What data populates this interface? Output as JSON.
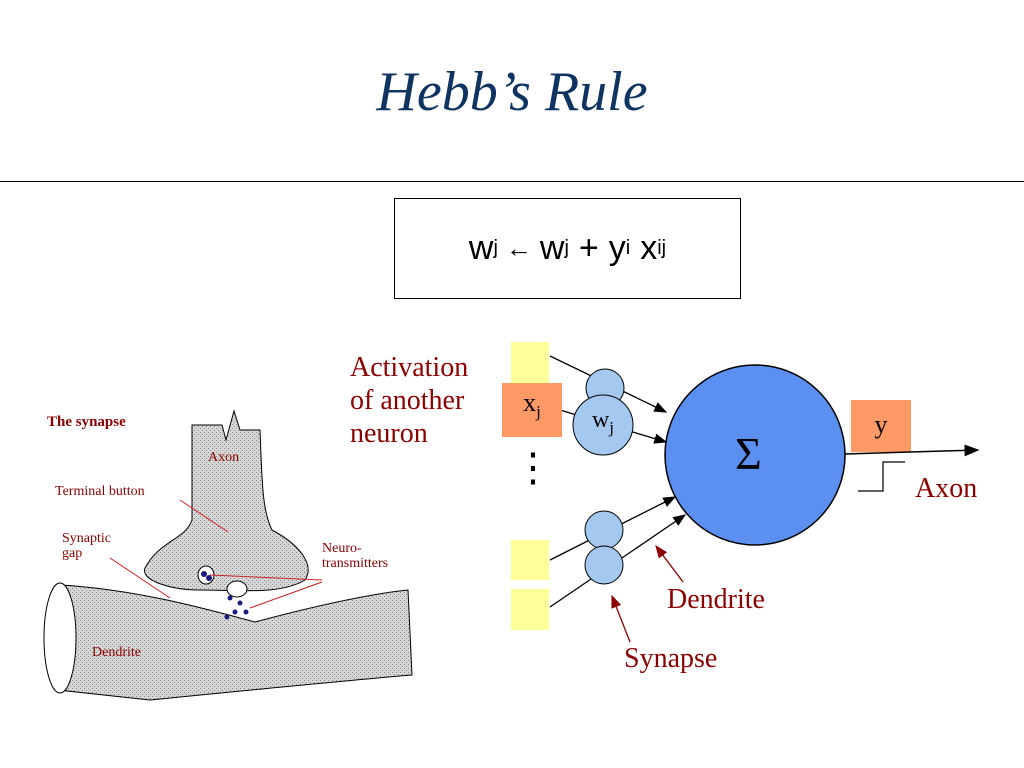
{
  "slide": {
    "title": "Hebb’s Rule"
  },
  "formula": {
    "w": "w",
    "j": "j",
    "arrow": "←",
    "plus": "+",
    "y": "y",
    "i": "i",
    "x": "x",
    "ij": "ij"
  },
  "neuron_diagram": {
    "activation_line1": "Activation",
    "activation_line2": "of another",
    "activation_line3": "neuron",
    "x_label": "x",
    "x_sub": "j",
    "w_label": "w",
    "w_sub": "j",
    "sum_symbol": "Σ",
    "y_label": "y",
    "axon_label": "Axon",
    "dendrite_label": "Dendrite",
    "synapse_label": "Synapse",
    "ellipsis": "⋮"
  },
  "synapse_illustration": {
    "title": "The synapse",
    "axon": "Axon",
    "terminal_button": "Terminal button",
    "synaptic_gap_line1": "Synaptic",
    "synaptic_gap_line2": "gap",
    "neuro_line1": "Neuro-",
    "neuro_line2": "transmitters",
    "dendrite": "Dendrite"
  },
  "colors": {
    "title": "#0f3461",
    "label_red": "#8b0000",
    "neuron_blue": "#5b8ff0",
    "synapse_blue": "#a4c8f0",
    "input_yellow": "#ffff99",
    "x_orange": "#ff9966"
  }
}
